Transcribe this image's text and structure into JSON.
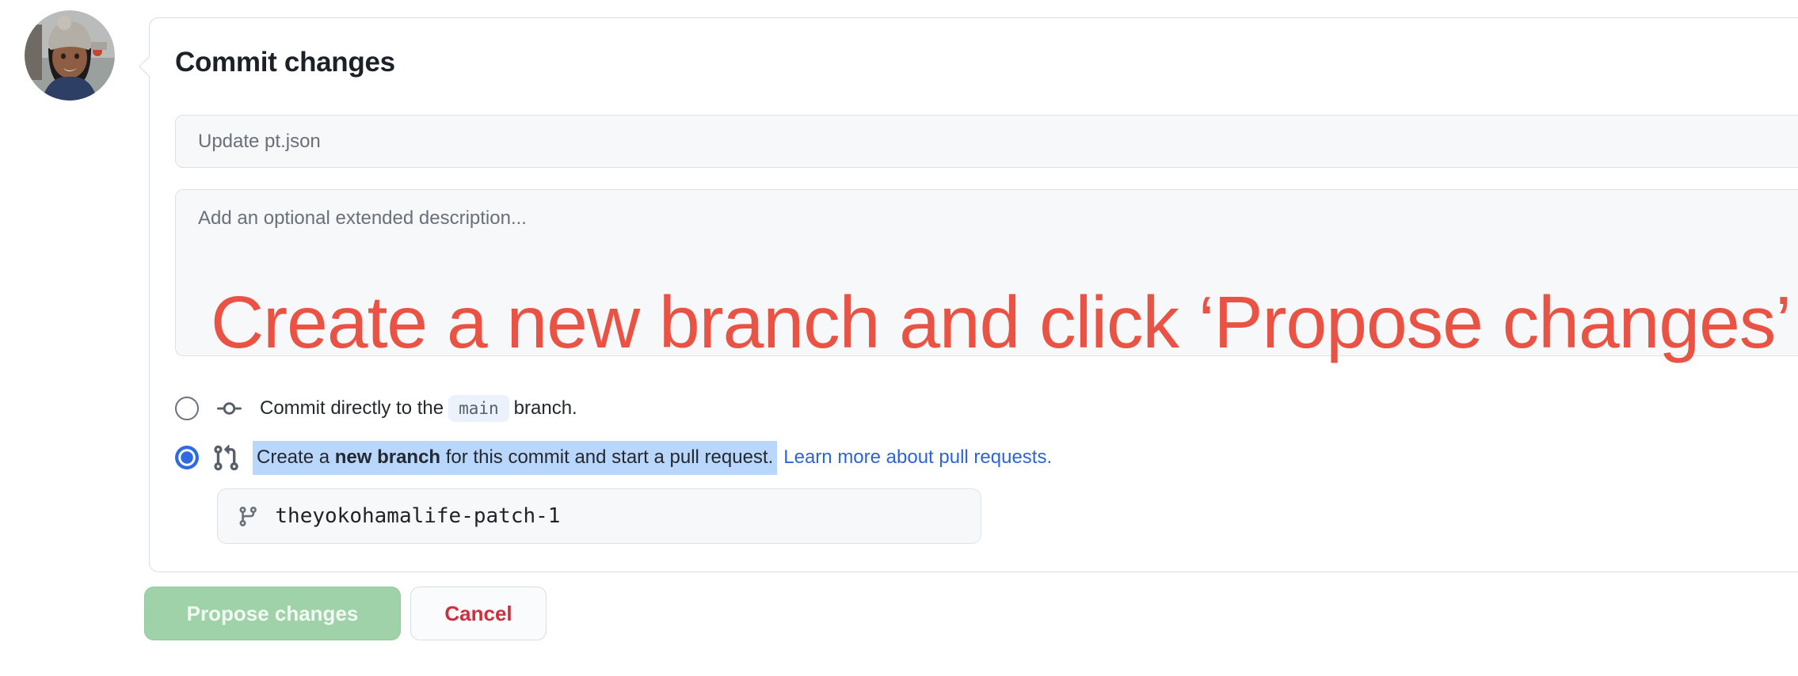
{
  "commit_form": {
    "title": "Commit changes",
    "commit_message": {
      "placeholder": "Update pt.json"
    },
    "description": {
      "placeholder": "Add an optional extended description..."
    },
    "annotation": {
      "text": "Create a new branch and click ‘Propose changes’",
      "color": "#ea5244"
    },
    "options": [
      {
        "icon": "git-commit-icon",
        "selected": false,
        "text_before": "Commit directly to the",
        "branch_chip": "main",
        "text_after": "branch."
      },
      {
        "icon": "git-pull-request-icon",
        "selected": true,
        "highlight_prefix": "Create a ",
        "highlight_bold": "new branch",
        "highlight_suffix": " for this commit and start a pull request.",
        "link": "Learn more about pull requests."
      }
    ],
    "branch_field": {
      "icon": "git-branch-icon",
      "value": "theyokohamalife-patch-1"
    },
    "actions": {
      "propose": "Propose changes",
      "cancel": "Cancel"
    }
  },
  "colors": {
    "annotation_red": "#ea5244",
    "link_blue": "#2c64da",
    "selection_highlight": "#b9d6fc",
    "radio_selected_blue": "#2e6ae1",
    "propose_green_disabled": "#9fd2a8",
    "cancel_red": "#cf2e3f",
    "field_background": "#f6f8fa",
    "border_gray": "#d9dee4",
    "chip_background": "#ecf2fc"
  }
}
